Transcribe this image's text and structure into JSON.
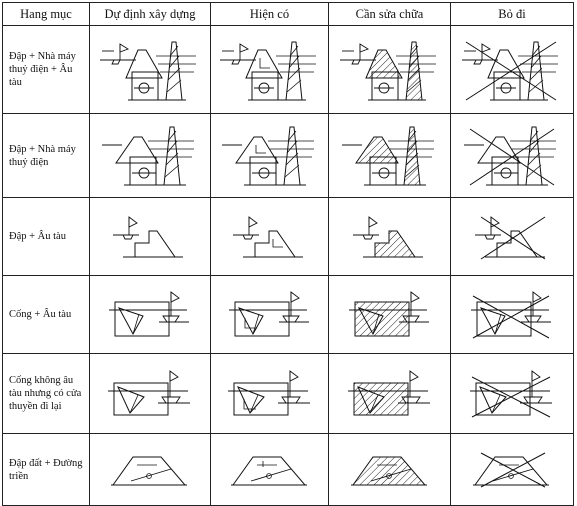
{
  "headers": [
    "Hang mục",
    "Dự định xây dựng",
    "Hiện có",
    "Cần sửa chữa",
    "Bỏ đi"
  ],
  "rows": [
    {
      "label": "Đập + Nhà máy thuỷ điện + Âu tàu",
      "symbol": "dam-powerhouse-lock-symbol"
    },
    {
      "label": "Đập + Nhà máy thuỷ điện",
      "symbol": "dam-powerhouse-symbol"
    },
    {
      "label": "Đập + Âu tàu",
      "symbol": "dam-lock-symbol"
    },
    {
      "label": "Cống + Âu tàu",
      "symbol": "sluice-lock-symbol"
    },
    {
      "label": "Cống không âu tàu nhưng có cửa thuyền đi lại",
      "symbol": "sluice-boat-gate-symbol"
    },
    {
      "label": "Đập đất + Đường triền",
      "symbol": "earth-dam-slipway-symbol"
    }
  ],
  "states": [
    "planned",
    "existing",
    "repair",
    "remove"
  ],
  "colors": {
    "line": "#111111",
    "border": "#222222",
    "background": "#ffffff"
  }
}
